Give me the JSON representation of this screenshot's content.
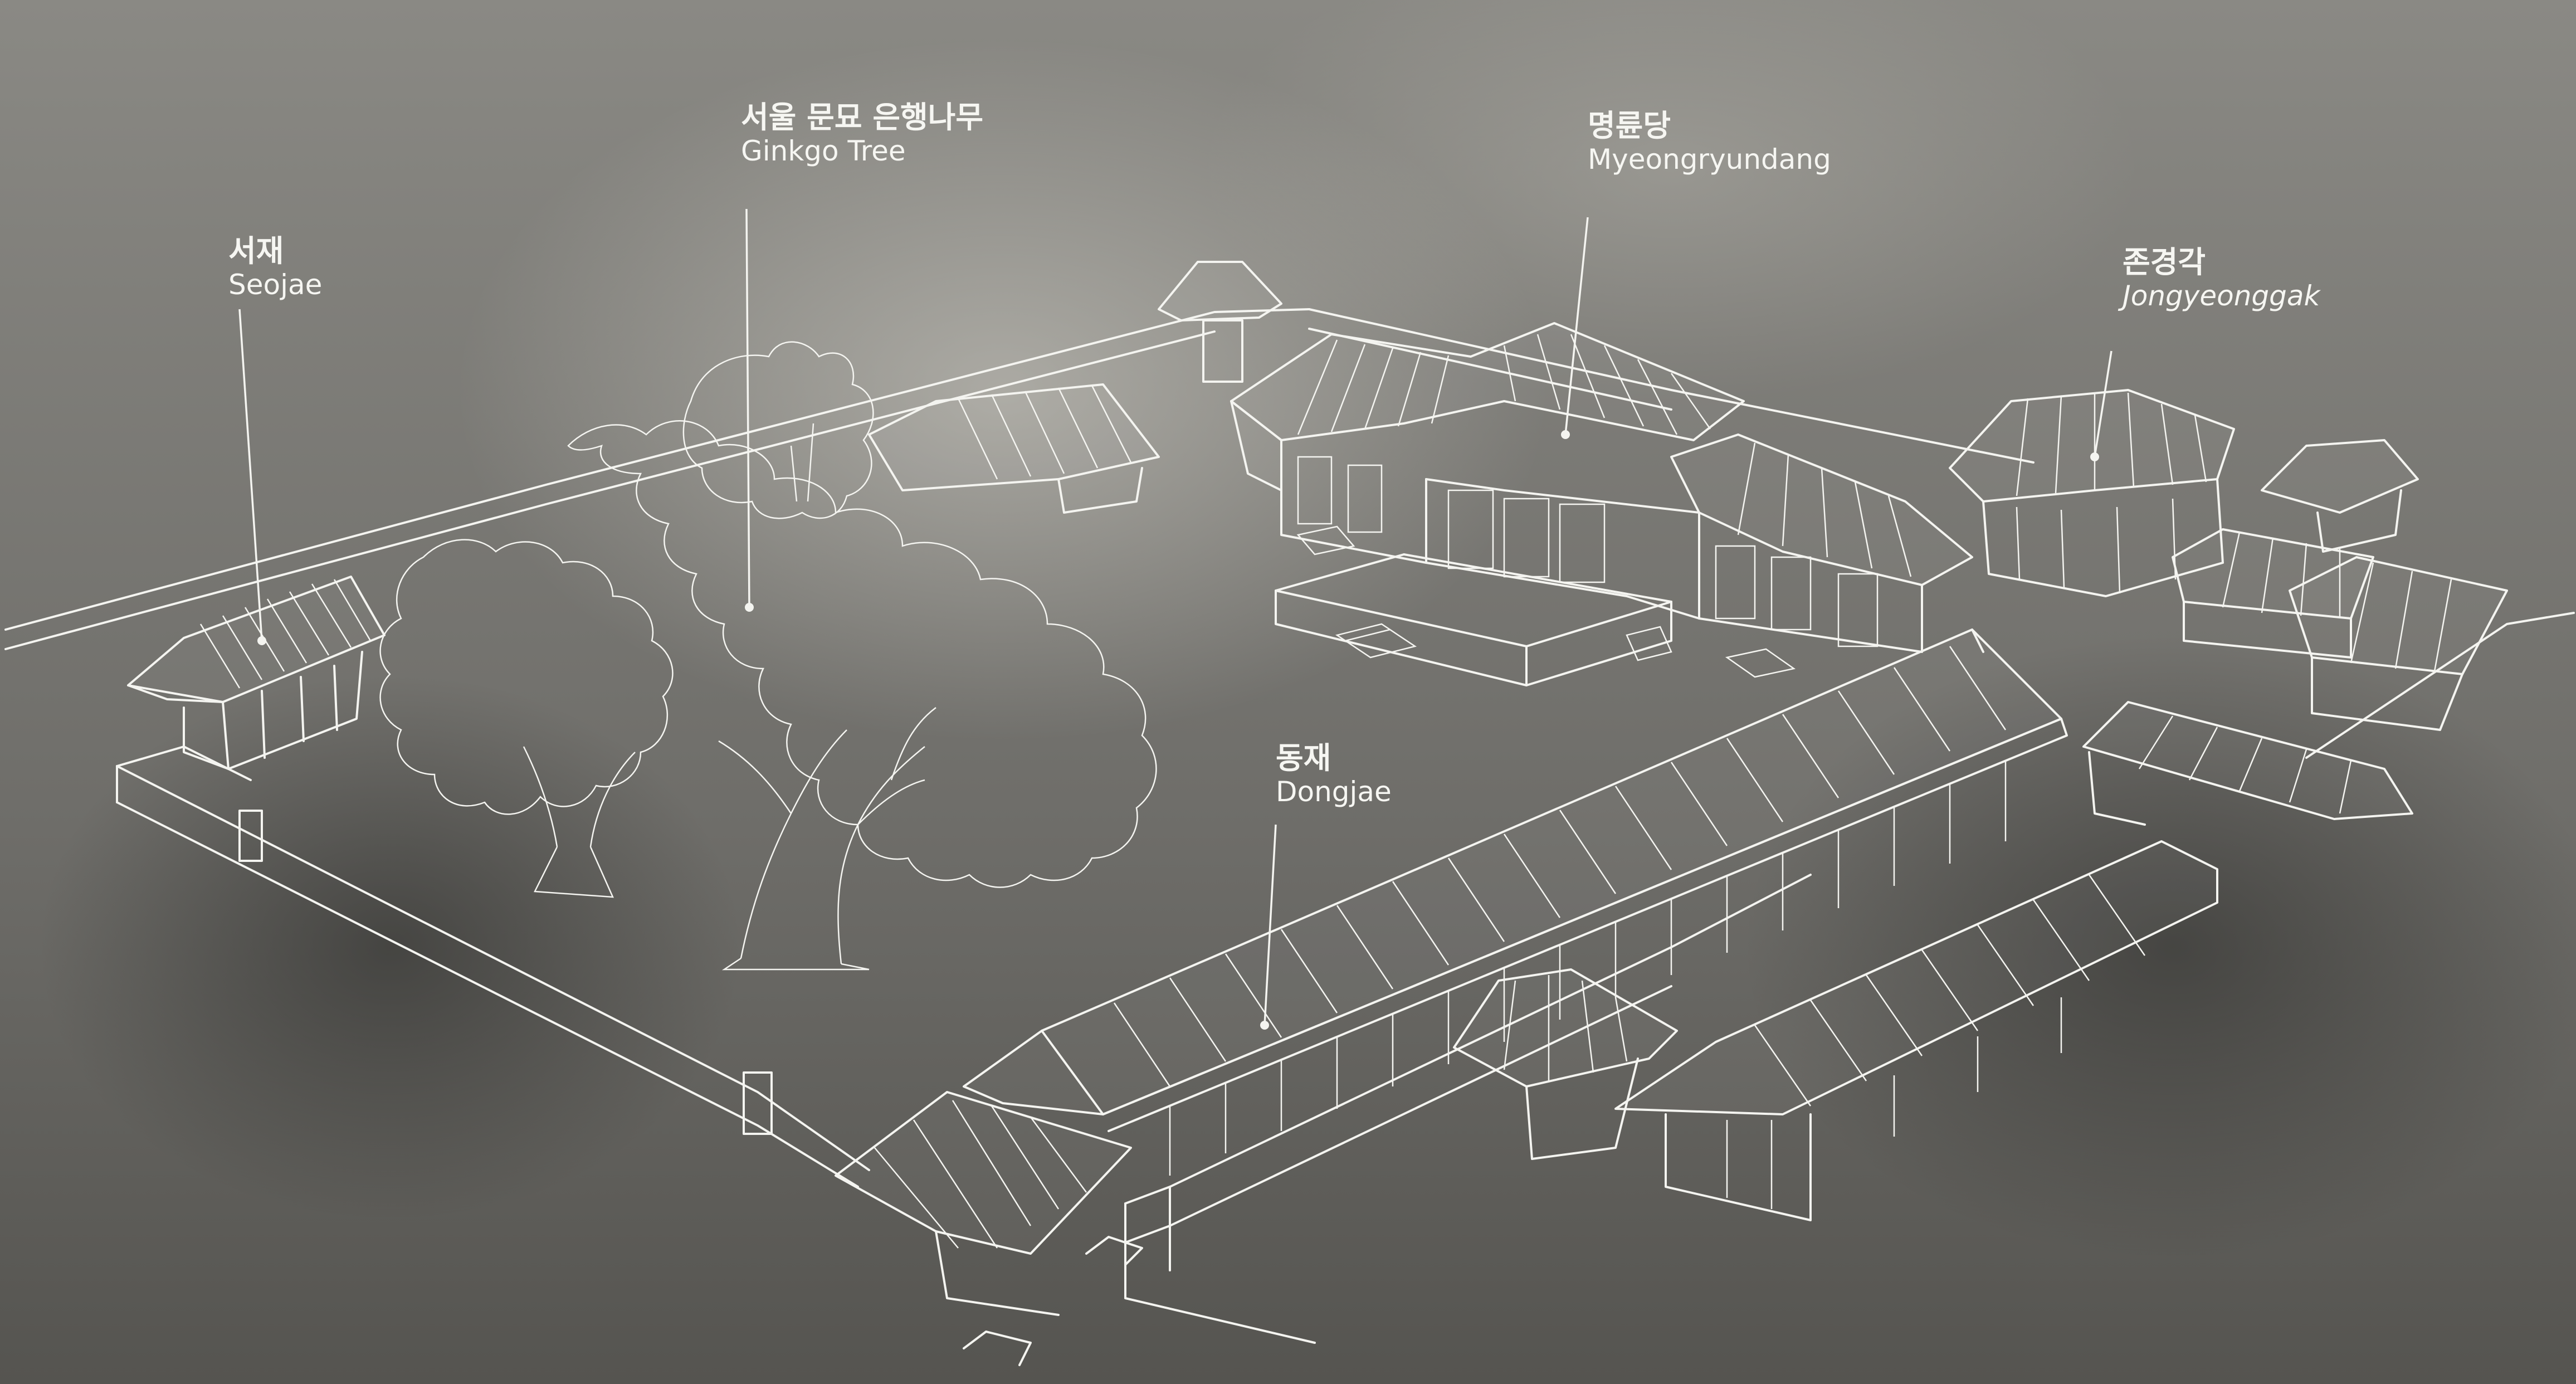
{
  "labels": {
    "seojae": {
      "ko": "서재",
      "en": "Seojae"
    },
    "ginkgo": {
      "ko": "서울 문묘 은행나무",
      "en": "Ginkgo Tree"
    },
    "myeongryundang": {
      "ko": "명륜당",
      "en": "Myeongryundang"
    },
    "jongyeonggak": {
      "ko": "존경각",
      "en": "Jongyeonggak",
      "en_style": "italic"
    },
    "dongjae": {
      "ko": "동재",
      "en": "Dongjae"
    }
  },
  "colors": {
    "line": "#f4f4f0",
    "plate": "#6f6e6a"
  }
}
